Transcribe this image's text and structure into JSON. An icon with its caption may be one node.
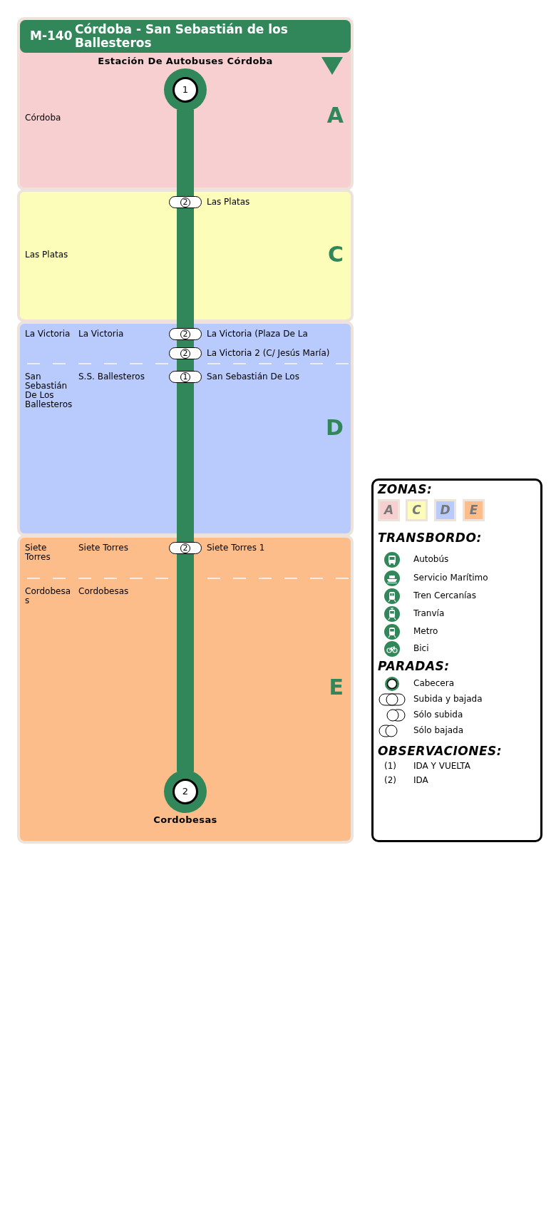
{
  "diagram": {
    "nodes": [
      {
        "text": [
          "A"
        ]
      },
      {
        "text": [
          "M-140",
          "Córdoba - San Sebastián de los Ballesteros"
        ],
        "in": 0
      },
      {
        "text": [
          "1"
        ],
        "beside": [
          "Estación De Autobuses Córdoba"
        ],
        "in": 0
      },
      {
        "text": [
          "C"
        ]
      },
      {
        "text": [
          "2"
        ],
        "beside": [
          "Las Platas"
        ],
        "in": 3
      },
      {
        "text": [
          "D"
        ]
      },
      {
        "text": [
          "2"
        ],
        "beside": [
          "La Victoria (Plaza De La"
        ],
        "in": 5
      },
      {
        "text": [
          "2"
        ],
        "beside": [
          "La Victoria 2 (C/ Jesús María)"
        ],
        "in": 5
      },
      {
        "text": [
          "1"
        ],
        "beside": [
          "San Sebastián De Los"
        ],
        "in": 5
      },
      {
        "text": [
          "E"
        ]
      },
      {
        "text": [
          "2"
        ],
        "beside": [
          "Siete Torres 1"
        ],
        "in": 9
      },
      {
        "text": [
          "2"
        ],
        "beside": [
          "Cordobesas"
        ],
        "in": 9
      }
    ],
    "edges": [
      {
        "from": 2,
        "to": 4,
        "arrow": "none"
      },
      {
        "from": 4,
        "to": 6,
        "arrow": "none"
      },
      {
        "from": 6,
        "to": 7,
        "arrow": "none"
      },
      {
        "from": 7,
        "to": 8,
        "arrow": "none"
      },
      {
        "from": 8,
        "to": 10,
        "arrow": "none"
      },
      {
        "from": 10,
        "to": 11,
        "arrow": "none"
      }
    ],
    "labels": [
      "Córdoba",
      "Las Platas",
      "La Victoria",
      "La Victoria",
      "San Sebastián De Los Ballesteros",
      "S.S. Ballesteros",
      "Siete Torres",
      "Siete Torres",
      "Cordobesas",
      "Cordobesas",
      "ZONAS:",
      "TRANSBORDO:",
      "PARADAS:",
      "OBSERVACIONES:",
      "(1)",
      "IDA Y VUELTA",
      "(2)",
      "IDA"
    ],
    "legend": [
      {
        "text": "A",
        "color": "#f8cfd1"
      },
      {
        "text": "C",
        "color": "#fcfdb8"
      },
      {
        "text": "D",
        "color": "#b8cbfc"
      },
      {
        "text": "E",
        "color": "#fdbd8b"
      },
      {
        "text": "Autobús"
      },
      {
        "text": "Servicio Marítimo"
      },
      {
        "text": "Tren Cercanías"
      },
      {
        "text": "Tranvía"
      },
      {
        "text": "Metro"
      },
      {
        "text": "Bici"
      },
      {
        "text": "Cabecera"
      },
      {
        "text": "Subida y bajada"
      },
      {
        "text": "Sólo subida"
      },
      {
        "text": "Sólo bajada"
      }
    ]
  }
}
